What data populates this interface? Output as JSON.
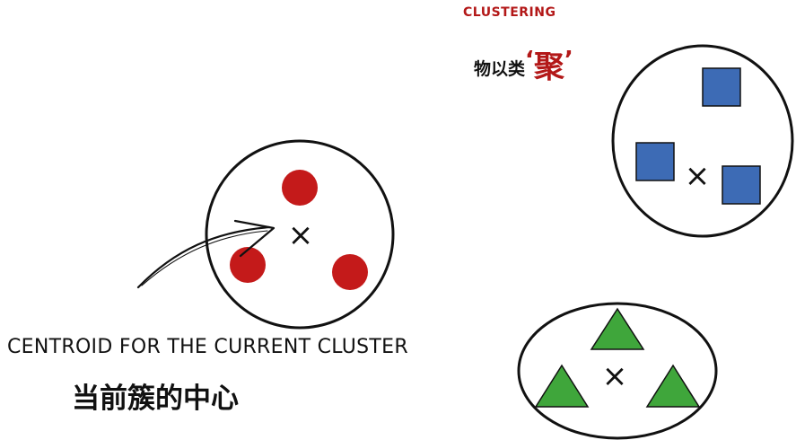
{
  "colors": {
    "outline": "#111111",
    "red_cluster": "#c41a1a",
    "blue_cluster": "#3d6bb5",
    "green_cluster": "#3fa63b",
    "title_accent": "#b31818",
    "text": "#111111"
  },
  "title": {
    "english": "CLUSTERING",
    "chinese_prefix": "物以类",
    "open_quote": "‘",
    "emphasis": "聚",
    "close_quote": "’"
  },
  "annotation": {
    "english": "CENTROID FOR THE CURRENT CLUSTER",
    "chinese": "当前簇的中心"
  },
  "centroid_glyph": "×"
}
